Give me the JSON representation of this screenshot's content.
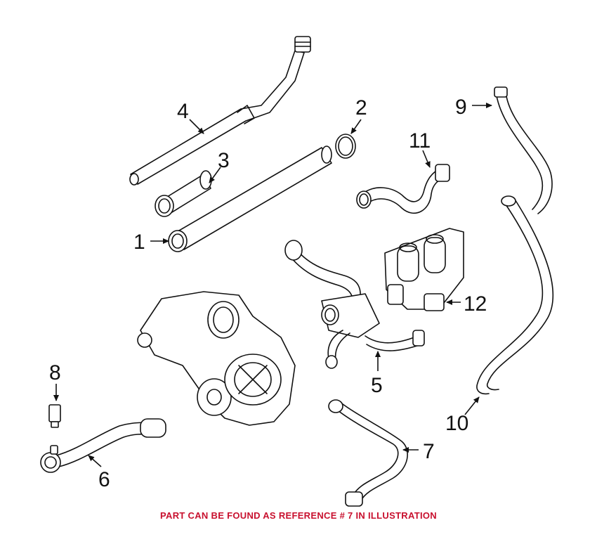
{
  "callouts": {
    "c1": "1",
    "c2": "2",
    "c3": "3",
    "c4": "4",
    "c5": "5",
    "c6": "6",
    "c7": "7",
    "c8": "8",
    "c9": "9",
    "c10": "10",
    "c11": "11",
    "c12": "12"
  },
  "footer": {
    "note": "PART CAN BE FOUND AS REFERENCE # 7 IN ILLUSTRATION",
    "color": "#c8102e"
  },
  "highlighted_reference": "7"
}
